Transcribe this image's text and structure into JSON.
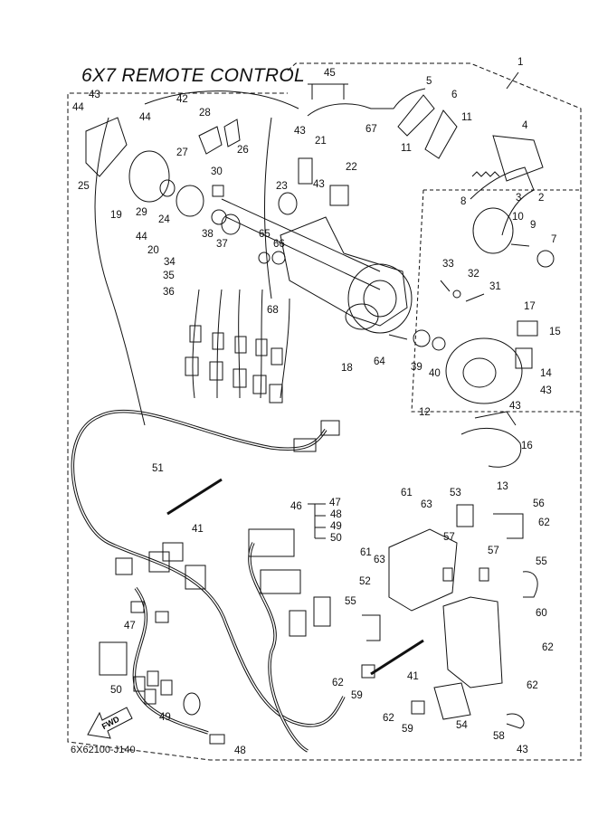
{
  "title": "6X7 REMOTE CONTROL",
  "part_code": "6X62100-J140",
  "fwd_label": "FWD",
  "callouts": [
    "1",
    "2",
    "3",
    "4",
    "5",
    "6",
    "7",
    "8",
    "9",
    "10",
    "11",
    "11",
    "12",
    "13",
    "14",
    "15",
    "16",
    "17",
    "18",
    "19",
    "20",
    "21",
    "22",
    "23",
    "24",
    "25",
    "26",
    "27",
    "28",
    "29",
    "30",
    "31",
    "32",
    "33",
    "34",
    "35",
    "36",
    "37",
    "38",
    "39",
    "40",
    "41",
    "41",
    "42",
    "43",
    "43",
    "43",
    "43",
    "43",
    "43",
    "44",
    "44",
    "44",
    "45",
    "46",
    "47",
    "47",
    "48",
    "48",
    "49",
    "49",
    "50",
    "50",
    "51",
    "52",
    "53",
    "54",
    "55",
    "55",
    "56",
    "57",
    "57",
    "58",
    "59",
    "59",
    "60",
    "61",
    "61",
    "62",
    "62",
    "62",
    "62",
    "62",
    "63",
    "63",
    "64",
    "65",
    "66",
    "67",
    "68"
  ]
}
